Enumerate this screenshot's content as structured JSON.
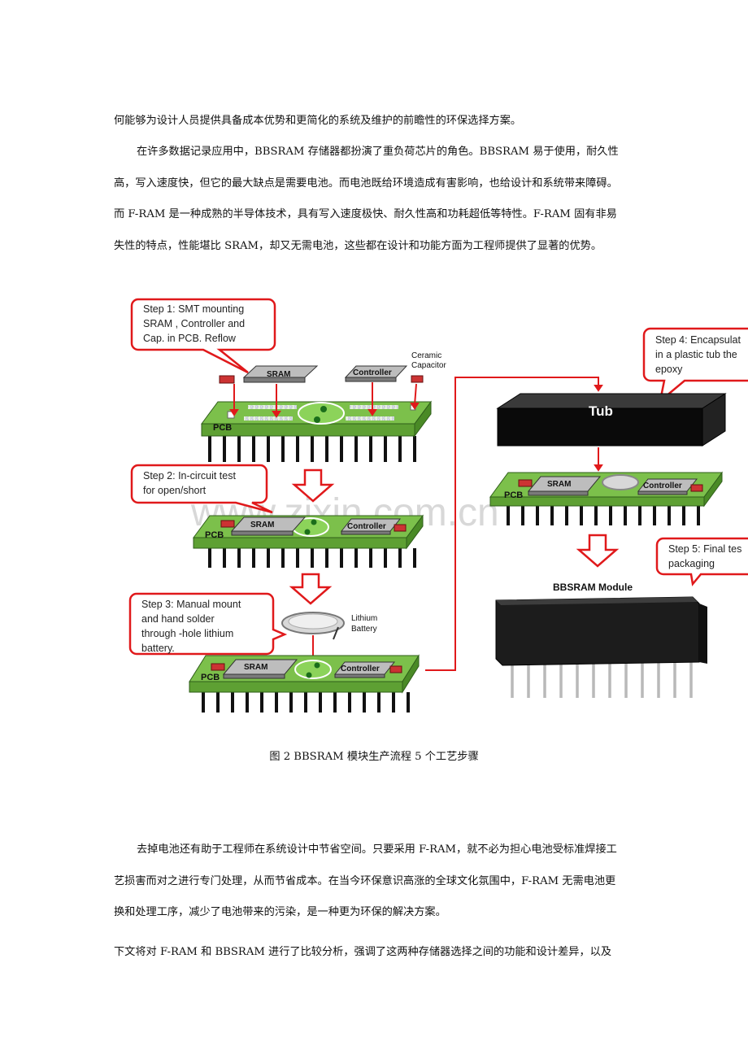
{
  "lines": [
    "何能够为设计人员提供具备成本优势和更简化的系统及维护的前瞻性的环保选择方案。",
    "在许多数据记录应用中，BBSRAM 存储器都扮演了重负荷芯片的角色。BBSRAM 易于使用，耐久性",
    "高，写入速度快，但它的最大缺点是需要电池。而电池既给环境造成有害影响，也给设计和系统带来障碍。",
    "而 F-RAM 是一种成熟的半导体技术，具有写入速度极快、耐久性高和功耗超低等特性。F-RAM 固有非易",
    "失性的特点，性能堪比 SRAM，却又无需电池，这些都在设计和功能方面为工程师提供了显著的优势。",
    "去掉电池还有助于工程师在系统设计中节省空间。只要采用 F-RAM，就不必为担心电池受标准焊接工",
    "艺损害而对之进行专门处理，从而节省成本。在当今环保意识高涨的全球文化氛围中，F-RAM 无需电池更",
    "换和处理工序，减少了电池带来的污染，是一种更为环保的解决方案。",
    "下文将对 F-RAM  和  BBSRAM 进行了比较分析，强调了这两种存储器选择之间的功能和设计差异，以及"
  ],
  "caption": "图 2 BBSRAM 模块生产流程 5 个工艺步骤",
  "figure": {
    "step1": [
      "Step 1: SMT mounting",
      "SRAM , Controller and",
      "Cap. in PCB. Reflow"
    ],
    "step2": [
      "Step 2: In-circuit  test",
      "for open/short"
    ],
    "step3": [
      "Step 3: Manual mount",
      "and hand solder",
      "through -hole lithium",
      "battery."
    ],
    "step4": [
      "Step 4: Encapsulat",
      "in a plastic tub the",
      "epoxy"
    ],
    "step5": [
      "Step 5: Final tes",
      "packaging"
    ],
    "ceramic": [
      "Ceramic",
      "Capacitor"
    ],
    "lithium": [
      "Lithium",
      "Battery"
    ],
    "sram": "SRAM",
    "controller": "Controller",
    "pcb": "PCB",
    "tub": "Tub",
    "module": "BBSRAM  Module",
    "watermark": "www.zixin.com.cn"
  },
  "colors": {
    "callout_border": "#e0191b",
    "pcb_green": "#7cc04b",
    "chip_gray": "#9a9a9a"
  }
}
